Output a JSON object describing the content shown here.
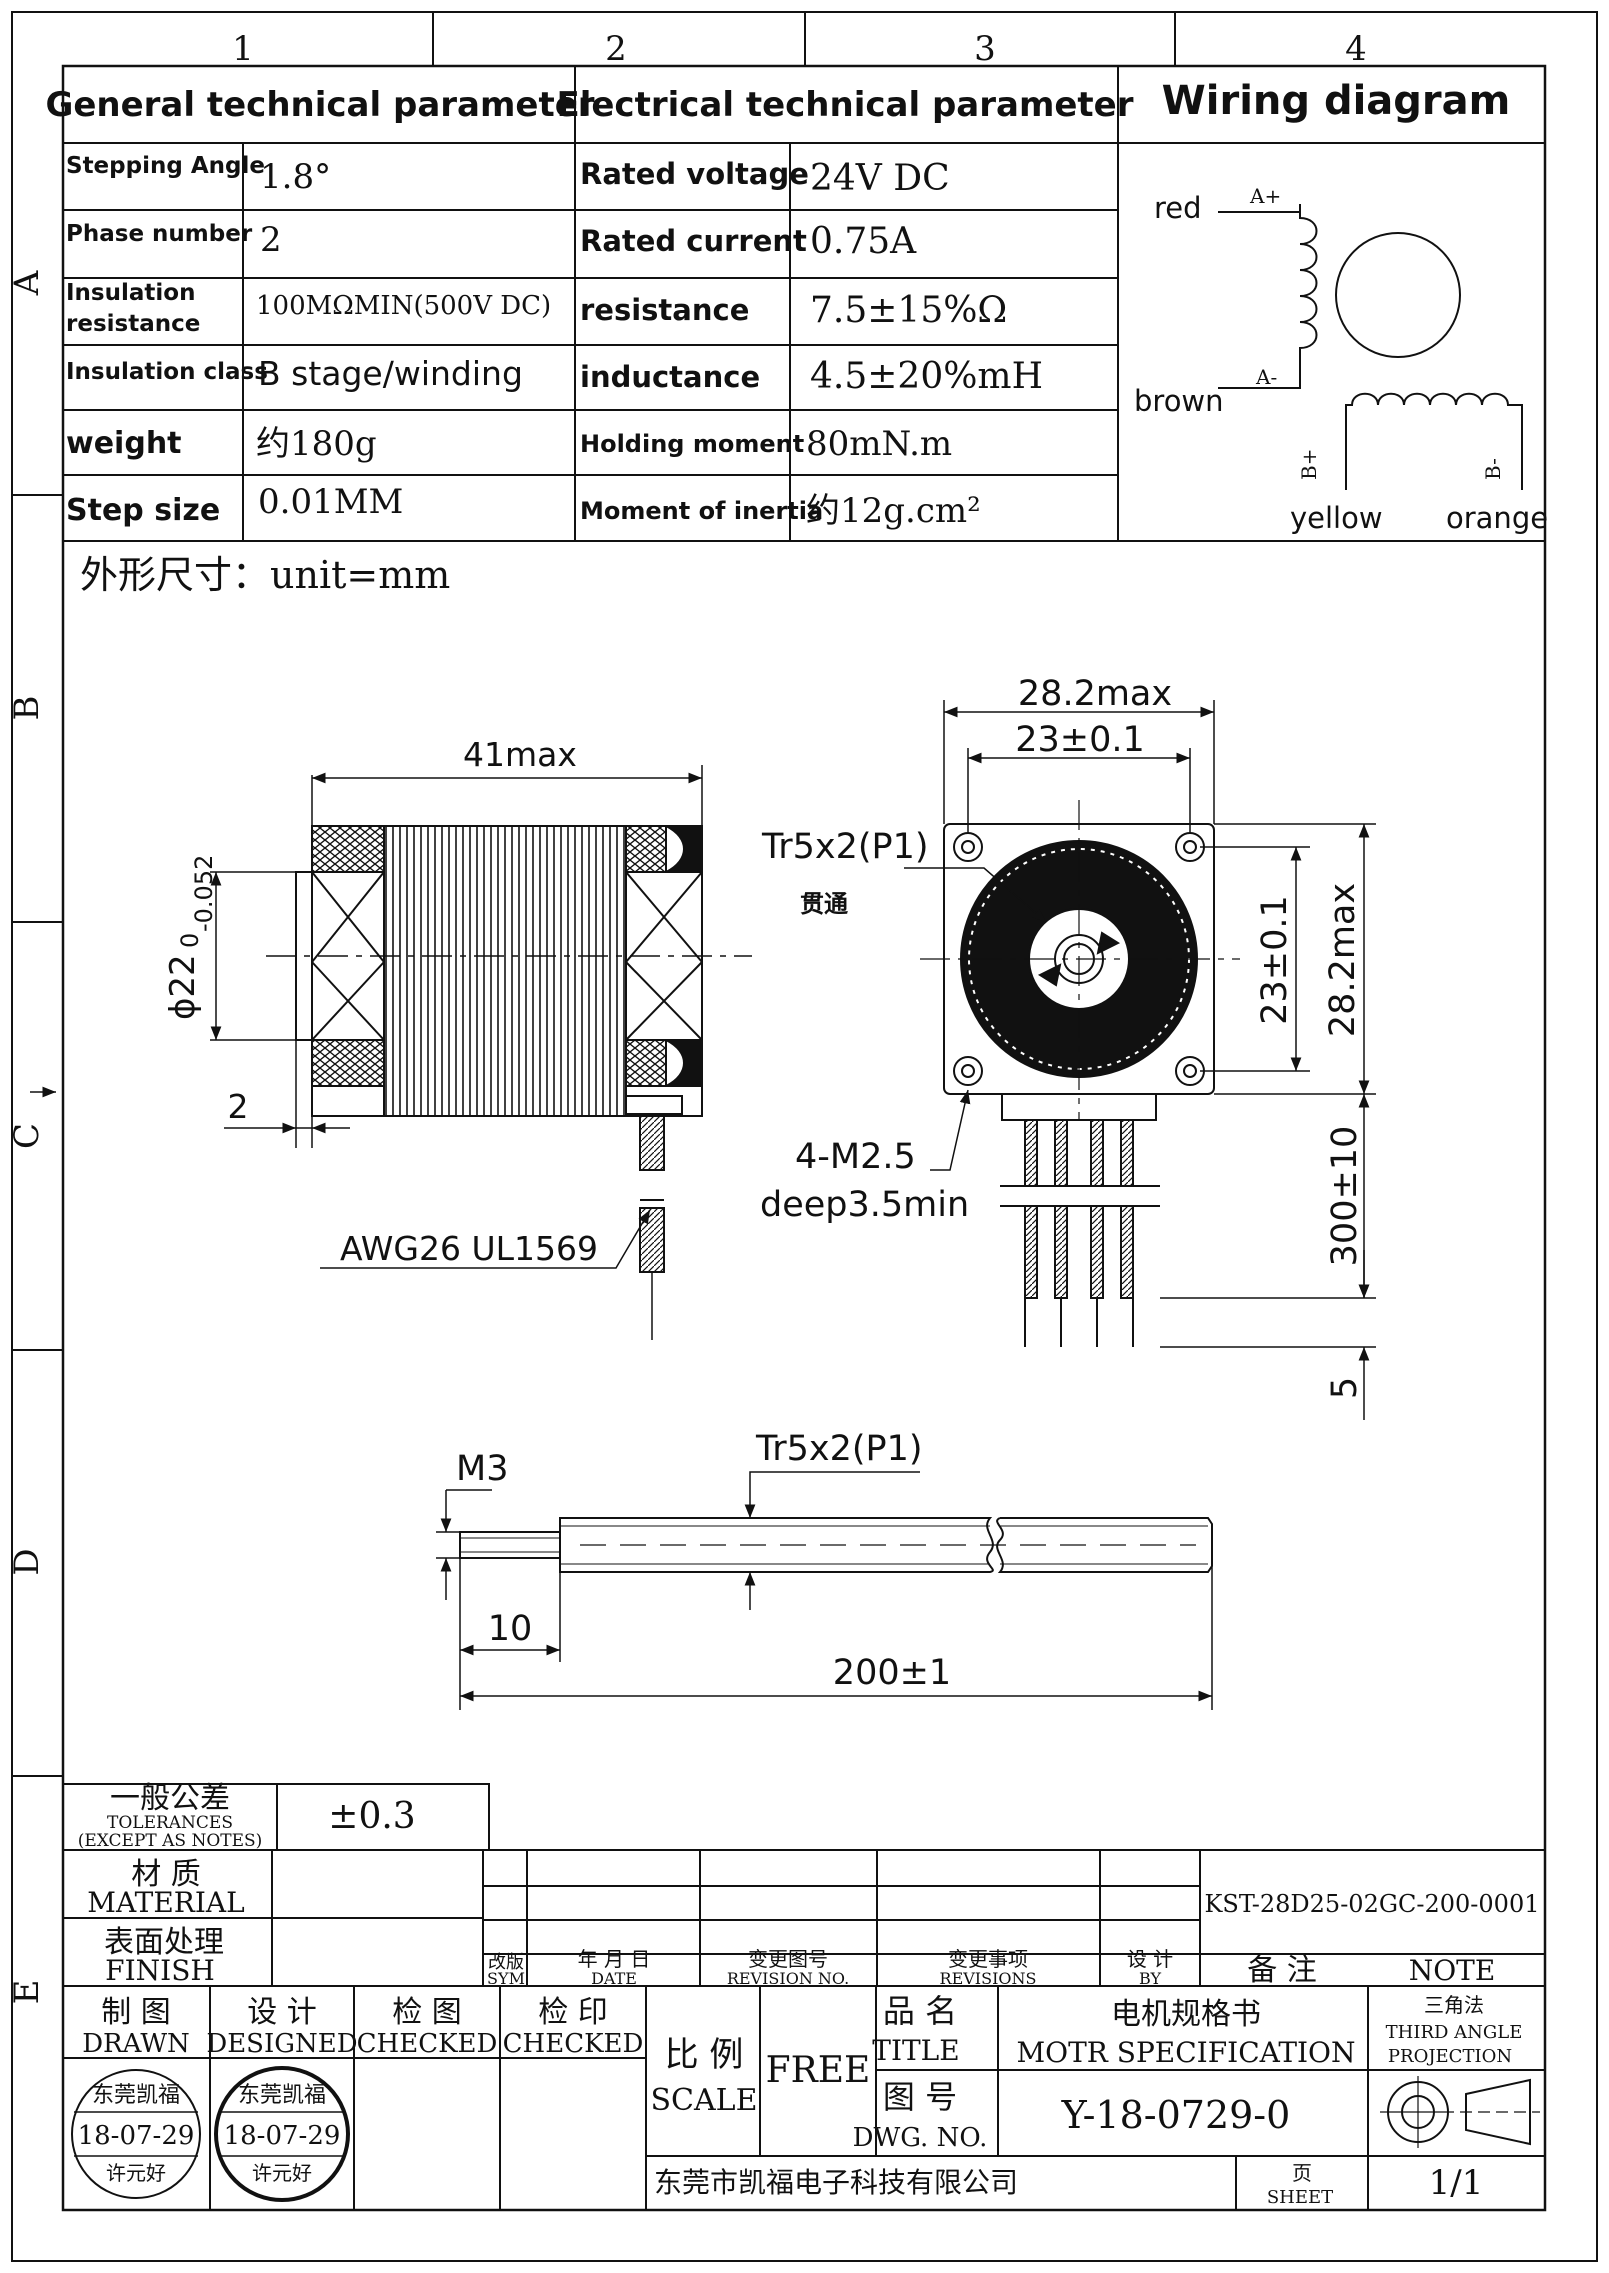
{
  "border": {
    "columns": [
      "1",
      "2",
      "3",
      "4"
    ],
    "rows": [
      "A",
      "B",
      "C",
      "D",
      "E"
    ]
  },
  "spec": {
    "general_header": "General technical parameter",
    "electrical_header": "Electrical technical parameter",
    "wiring_header": "Wiring diagram",
    "general": [
      {
        "label": "Stepping Angle",
        "value": "1.8°"
      },
      {
        "label": "Phase number",
        "value": "2"
      },
      {
        "label": "Insulation resistance",
        "value": "100MΩMIN(500V DC)"
      },
      {
        "label": "Insulation class",
        "value": "B stage/winding"
      },
      {
        "label": "weight",
        "value": "约180g"
      },
      {
        "label": "Step size",
        "value": "0.01MM"
      }
    ],
    "electrical": [
      {
        "label": "Rated voltage",
        "value": "24V DC"
      },
      {
        "label": "Rated current",
        "value": "0.75A"
      },
      {
        "label": "resistance",
        "value": "7.5±15%Ω"
      },
      {
        "label": "inductance",
        "value": "4.5±20%mH"
      },
      {
        "label": "Holding moment",
        "value": "80mN.m"
      },
      {
        "label": "Moment of inertia",
        "value": "约12g.cm²"
      }
    ]
  },
  "wiring": {
    "red": "red",
    "brown": "brown",
    "yellow": "yellow",
    "orange": "orange",
    "a_plus": "A+",
    "a_minus": "A-",
    "b_plus": "B+",
    "b_minus": "B-"
  },
  "drawing": {
    "dimension_title": "外形尺寸：unit=mm",
    "side_width": "41max",
    "boss_dia": "ϕ22",
    "boss_tol_upper": "0",
    "boss_tol_lower": "-0.052",
    "boss_height": "2",
    "wire_spec": "AWG26  UL1569",
    "front_width": "28.2max",
    "hole_spacing_h": "23±0.1",
    "hole_spacing_v": "23±0.1",
    "front_height": "28.2max",
    "thread_label": "Tr5x2(P1)",
    "thread_note": "贯通",
    "mount_holes": "4-M2.5",
    "mount_depth": "deep3.5min",
    "lead_length": "300±10",
    "strip_length": "5",
    "shaft_thread": "M3",
    "shaft_thread_label": "Tr5x2(P1)",
    "shaft_thread_len": "10",
    "shaft_length": "200±1"
  },
  "title_block": {
    "tol_cn": "一般公差",
    "tol_en1": "TOLERANCES",
    "tol_en2": "(EXCEPT AS NOTES)",
    "tol_value": "±0.3",
    "material_cn": "材  质",
    "material_en": "MATERIAL",
    "finish_cn": "表面处理",
    "finish_en": "FINISH",
    "part_no": "KST-28D25-02GC-200-0001",
    "rev_sym_cn": "改版",
    "rev_sym_en": "SYM",
    "rev_date_cn": "年 月 日",
    "rev_date_en": "DATE",
    "rev_no_cn": "变更图号",
    "rev_no_en": "REVISION NO.",
    "revisions_cn": "变更事项",
    "revisions_en": "REVISIONS",
    "by_cn": "设 计",
    "by_en": "BY",
    "note_cn": "备  注",
    "note_en": "NOTE",
    "drawn_cn": "制  图",
    "drawn_en": "DRAWN",
    "designed_cn": "设  计",
    "designed_en": "DESIGNED",
    "checked_cn": "检  图",
    "checked_en": "CHECKED",
    "checked2_cn": "检  印",
    "checked2_en": "CHECKED",
    "scale_cn": "比 例",
    "scale_en": "SCALE",
    "scale_value": "FREE",
    "title_cn": "品  名",
    "title_en": "TITLE",
    "title_value_cn": "电机规格书",
    "title_value_en": "MOTR SPECIFICATION",
    "projection_cn": "三角法",
    "projection_en1": "THIRD ANGLE",
    "projection_en2": "PROJECTION",
    "dwg_cn": "图  号",
    "dwg_en": "DWG. NO.",
    "dwg_value": "Y-18-0729-0",
    "company": "东莞市凯福电子科技有限公司",
    "sheet_cn": "页",
    "sheet_en": "SHEET",
    "sheet_value": "1/1",
    "stamp1": {
      "company": "东莞凯福",
      "date": "18-07-29",
      "name": "许元好"
    },
    "stamp2": {
      "company": "东莞凯福",
      "date": "18-07-29",
      "name": "许元好"
    }
  }
}
